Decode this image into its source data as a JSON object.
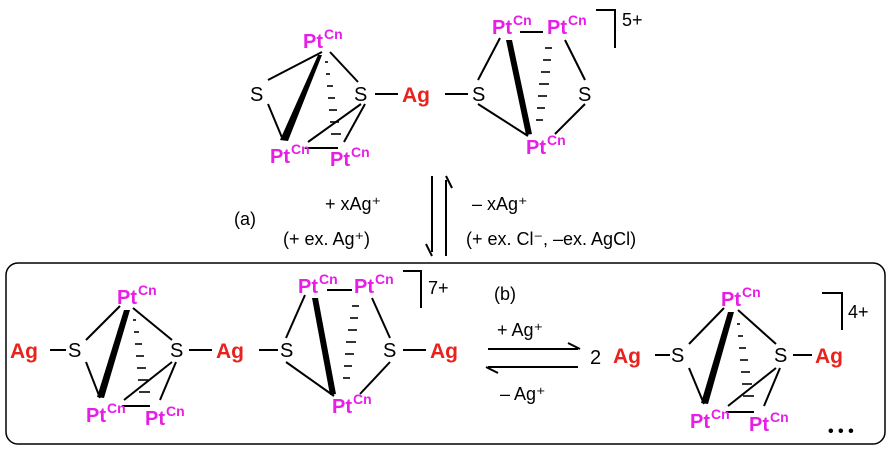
{
  "atoms": {
    "pt": "Pt",
    "cn": "Cn",
    "s": "S",
    "ag": "Ag"
  },
  "charges": {
    "top": "5+",
    "box_left": "7+",
    "box_right": "4+"
  },
  "step_a": {
    "label": "(a)",
    "forward_line1": "+ xAg⁺",
    "forward_line2": "(+ ex. Ag⁺)",
    "reverse_line1": "– xAg⁺",
    "reverse_line2": "(+ ex. Cl⁻, –ex. AgCl)"
  },
  "step_b": {
    "label": "(b)",
    "forward": "+ Ag⁺",
    "reverse": "– Ag⁺",
    "coefficient": "2"
  },
  "ellipsis": "• • •",
  "colors": {
    "pt": "#e61ee6",
    "ag": "#e8231e",
    "bond": "#000000"
  }
}
